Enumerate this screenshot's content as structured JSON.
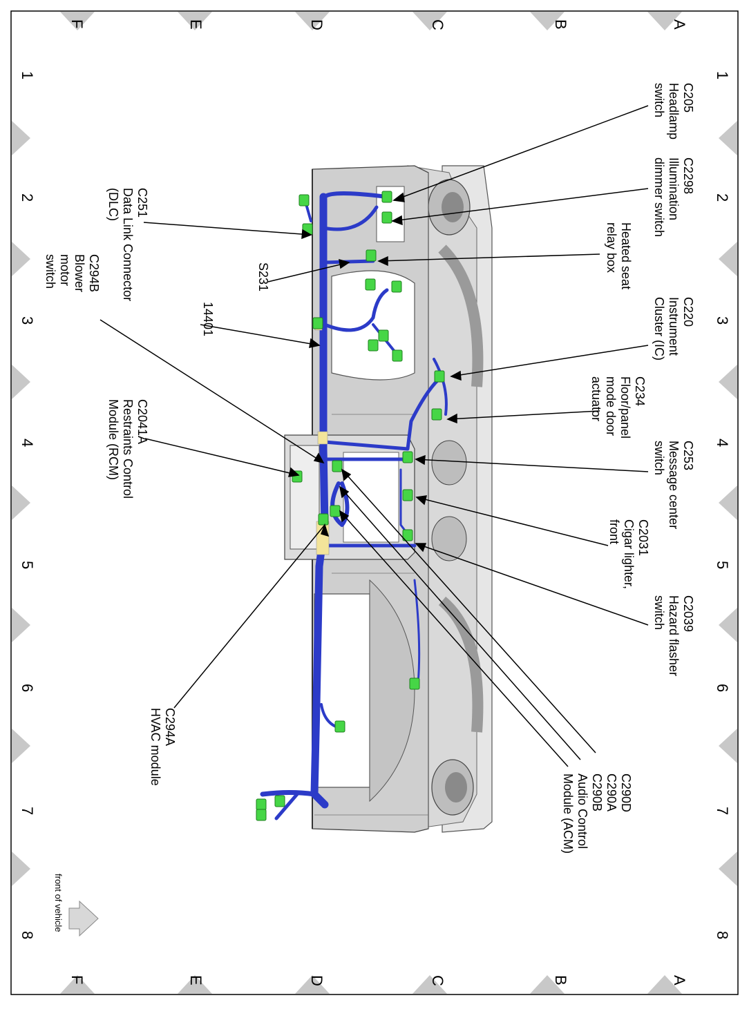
{
  "grid": {
    "rows": [
      "A",
      "B",
      "C",
      "D",
      "E",
      "F"
    ],
    "columns": [
      "1",
      "2",
      "3",
      "4",
      "5",
      "6",
      "7",
      "8"
    ]
  },
  "labels": {
    "c205": [
      "C205",
      "Headlamp",
      "switch"
    ],
    "c2298": [
      "C2298",
      "Illumination",
      "dimmer switch"
    ],
    "heated_seat": [
      "Heated seat",
      "relay box"
    ],
    "c220": [
      "C220",
      "Instrument",
      "Cluster (IC)"
    ],
    "c234": [
      "C234",
      "Floor/panel",
      "mode door",
      "actuator"
    ],
    "c253": [
      "C253",
      "Message center",
      "switch"
    ],
    "c2031": [
      "C2031",
      "Cigar lighter,",
      "front"
    ],
    "c2039": [
      "C2039",
      "Hazard flasher",
      "switch"
    ],
    "c290": [
      "C290D",
      "C290A",
      "C290B",
      "Audio Control",
      "Module (ACM)"
    ],
    "c294a": [
      "C294A",
      "HVAC module"
    ],
    "c2041a": [
      "C2041A",
      "Restraints Control",
      "Module (RCM)"
    ],
    "n14401": [
      "14401"
    ],
    "s231": [
      "S231"
    ],
    "c251": [
      "C251",
      "Data Link Connector",
      "(DLC)"
    ],
    "c294b": [
      "C294B",
      "Blower",
      "motor",
      "switch"
    ]
  },
  "front_arrow": {
    "text": "front of vehicle"
  },
  "colors": {
    "harness": "#2c3bc8",
    "connector": "#46d646",
    "panel": "#d2d2d2",
    "panel_dark": "#9a9a9a",
    "border_diamond": "#c8c8c8"
  }
}
